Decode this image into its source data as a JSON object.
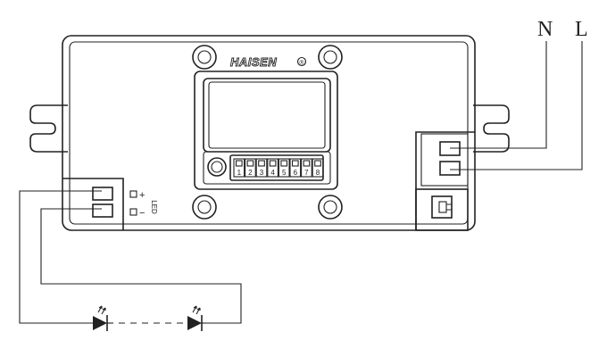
{
  "brand": {
    "name": "HAISEN",
    "registered_mark": "®"
  },
  "terminals": {
    "neutral_label": "N",
    "live_label": "L"
  },
  "dip_switch": {
    "numbers": [
      "1",
      "2",
      "3",
      "4",
      "5",
      "6",
      "7",
      "8"
    ]
  },
  "output": {
    "plus_label": "+",
    "minus_label": "−",
    "led_label": "LED"
  },
  "colors": {
    "line": "#222222",
    "background": "#ffffff"
  }
}
